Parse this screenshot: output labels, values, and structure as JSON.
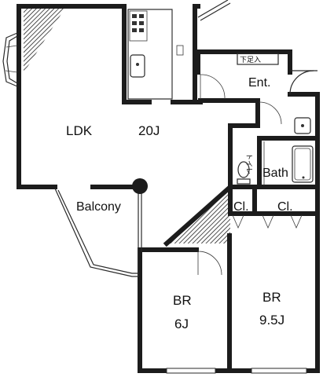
{
  "plan": {
    "rooms": [
      {
        "id": "ldk",
        "name": "LDK",
        "size": "20J"
      },
      {
        "id": "entrance",
        "name": "Ent.",
        "sub": "下足入"
      },
      {
        "id": "bath",
        "name": "Bath"
      },
      {
        "id": "toilet",
        "name": "トイレ"
      },
      {
        "id": "closet-1",
        "name": "Cl."
      },
      {
        "id": "closet-2",
        "name": "Cl."
      },
      {
        "id": "balcony",
        "name": "Balcony"
      },
      {
        "id": "bedroom-1",
        "name": "BR",
        "size": "6J"
      },
      {
        "id": "bedroom-2",
        "name": "BR",
        "size": "9.5J"
      }
    ]
  }
}
